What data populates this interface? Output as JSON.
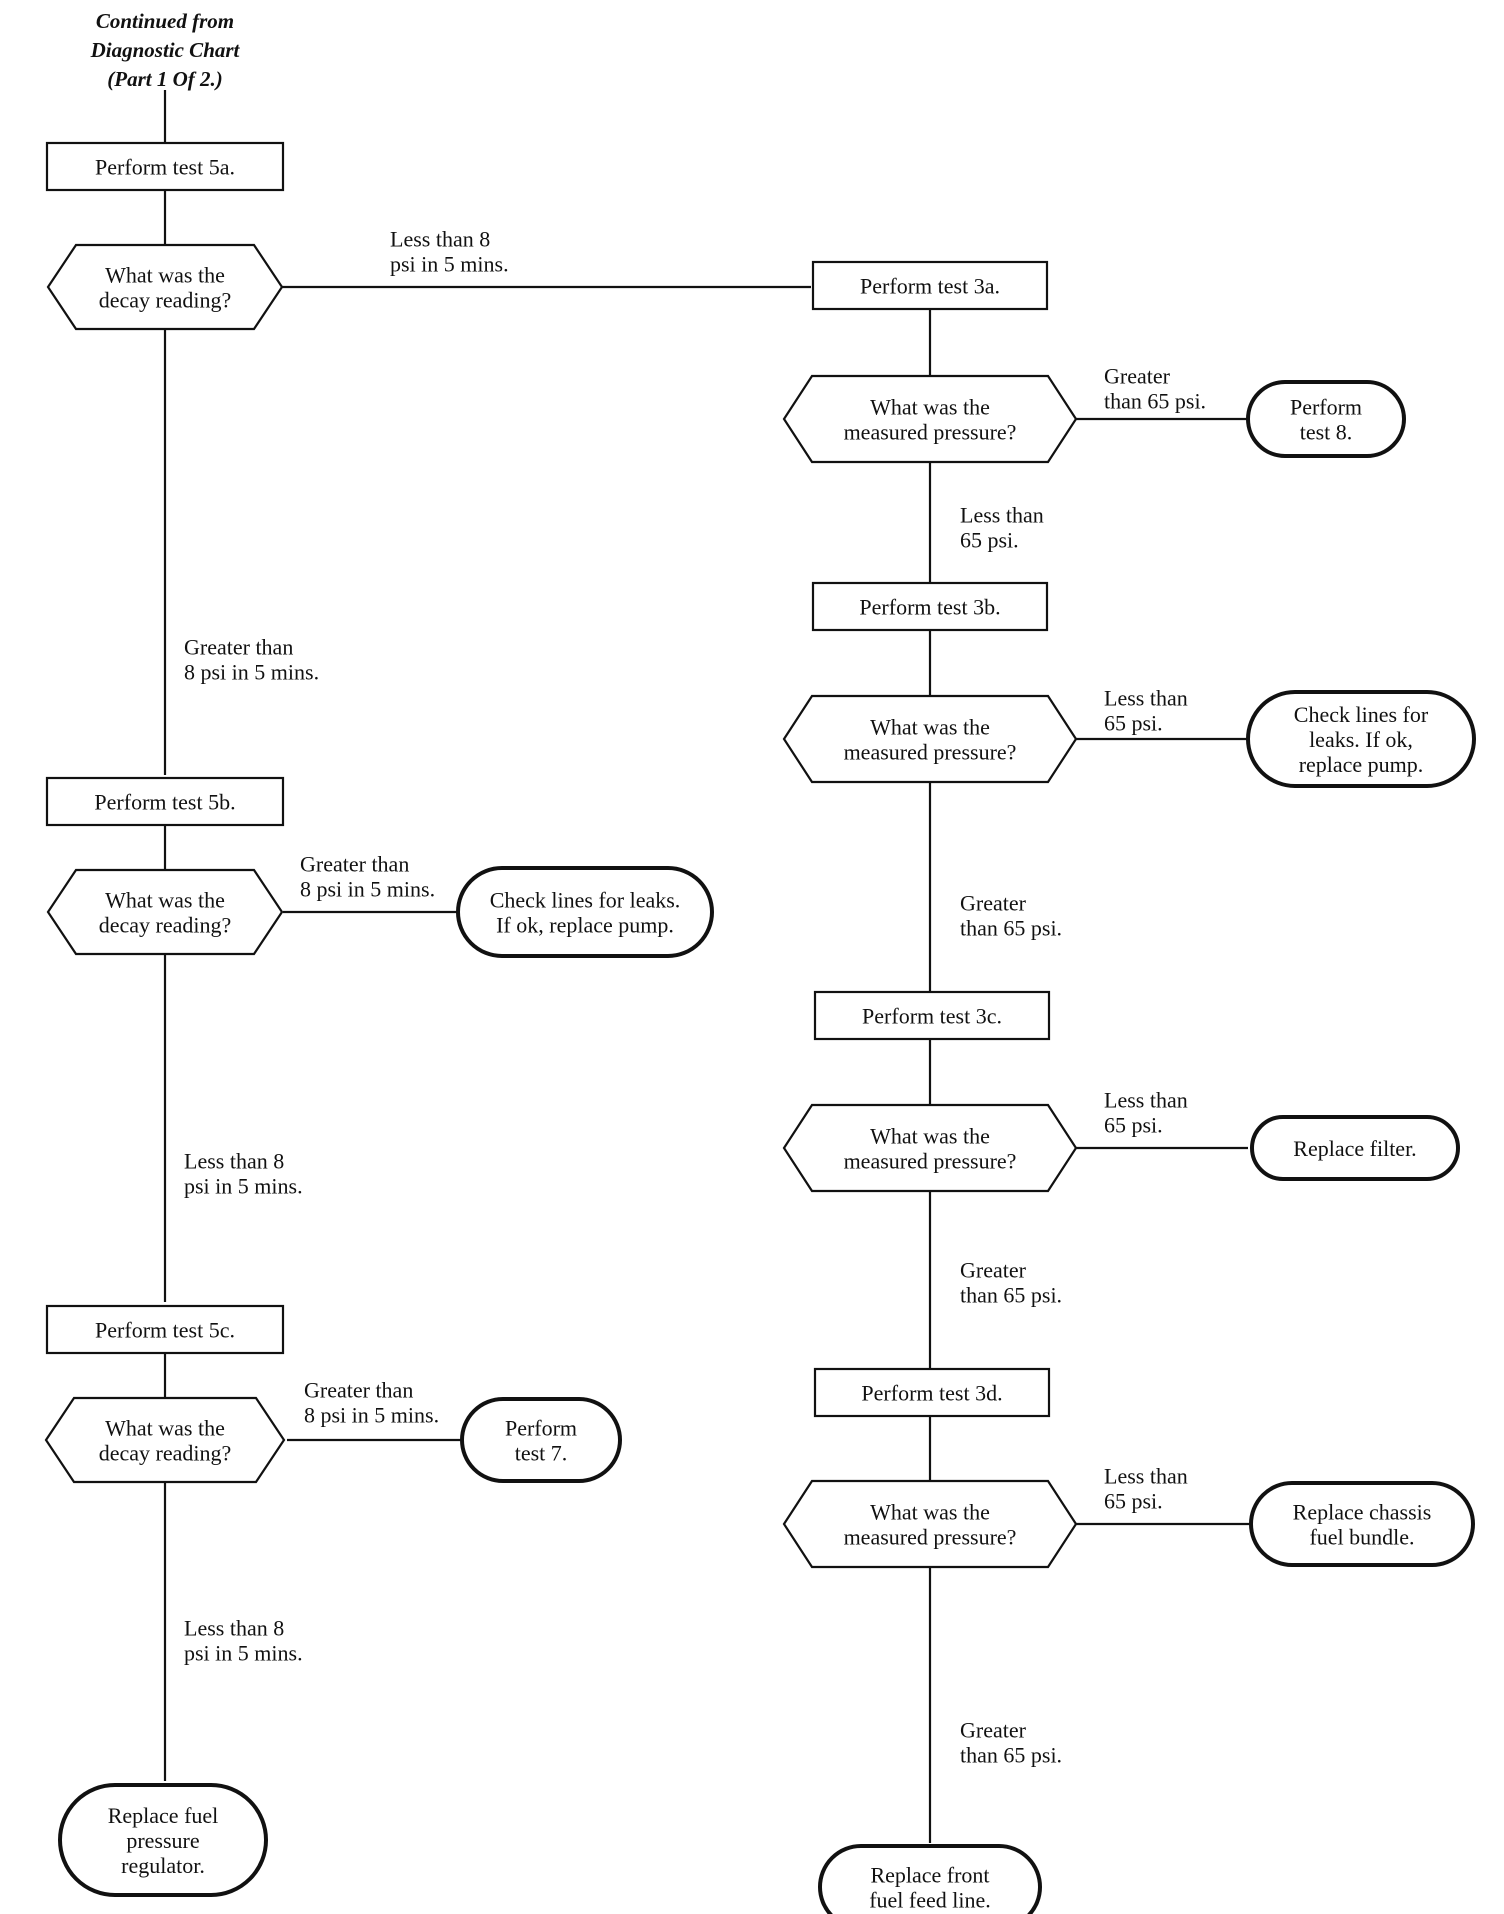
{
  "header": {
    "lines": [
      "Continued from",
      "Diagnostic Chart",
      "(Part 1 Of 2.)"
    ]
  },
  "nodes": {
    "test5a": [
      "Perform test  5a."
    ],
    "decay1": [
      "What was the",
      "decay reading?"
    ],
    "test5b": [
      "Perform test  5b."
    ],
    "decay2": [
      "What was the",
      "decay reading?"
    ],
    "end_check_leaks_left": [
      "Check lines for leaks.",
      "If ok, replace pump."
    ],
    "test5c": [
      "Perform test  5c."
    ],
    "decay3": [
      "What was the",
      "decay reading?"
    ],
    "end_test7": [
      "Perform",
      "test 7."
    ],
    "end_regulator": [
      "Replace fuel",
      "pressure",
      "regulator."
    ],
    "test3a": [
      "Perform test  3a."
    ],
    "press1": [
      "What was the",
      "measured pressure?"
    ],
    "end_test8": [
      "Perform",
      "test 8."
    ],
    "test3b": [
      "Perform test  3b."
    ],
    "press2": [
      "What was the",
      "measured pressure?"
    ],
    "end_check_leaks_right": [
      "Check lines for",
      "leaks. If ok,",
      "replace pump."
    ],
    "test3c": [
      "Perform test  3c."
    ],
    "press3": [
      "What was the",
      "measured pressure?"
    ],
    "end_filter": [
      "Replace filter."
    ],
    "test3d": [
      "Perform test  3d."
    ],
    "press4": [
      "What was the",
      "measured pressure?"
    ],
    "end_bundle": [
      "Replace chassis",
      "fuel bundle."
    ],
    "end_feed_line": [
      "Replace front",
      "fuel feed line."
    ]
  },
  "edge_labels": {
    "decay1_right": [
      "Less than 8",
      "psi in 5 mins."
    ],
    "decay1_down": [
      "Greater than",
      "8 psi in 5 mins."
    ],
    "decay2_right": [
      "Greater than",
      "8 psi in 5 mins."
    ],
    "decay2_down": [
      "Less than 8",
      "psi in 5 mins."
    ],
    "decay3_right": [
      "Greater than",
      "8 psi in 5 mins."
    ],
    "decay3_down": [
      "Less than 8",
      "psi in 5 mins."
    ],
    "press1_right": [
      "Greater",
      "than 65 psi."
    ],
    "press1_down": [
      "Less than",
      "65 psi."
    ],
    "press2_right": [
      "Less than",
      "65 psi."
    ],
    "press2_down": [
      "Greater",
      "than 65 psi."
    ],
    "press3_right": [
      "Less than",
      "65 psi."
    ],
    "press3_down": [
      "Greater",
      "than 65 psi."
    ],
    "press4_right": [
      "Less than",
      "65 psi."
    ],
    "press4_down": [
      "Greater",
      "than 65 psi."
    ]
  }
}
